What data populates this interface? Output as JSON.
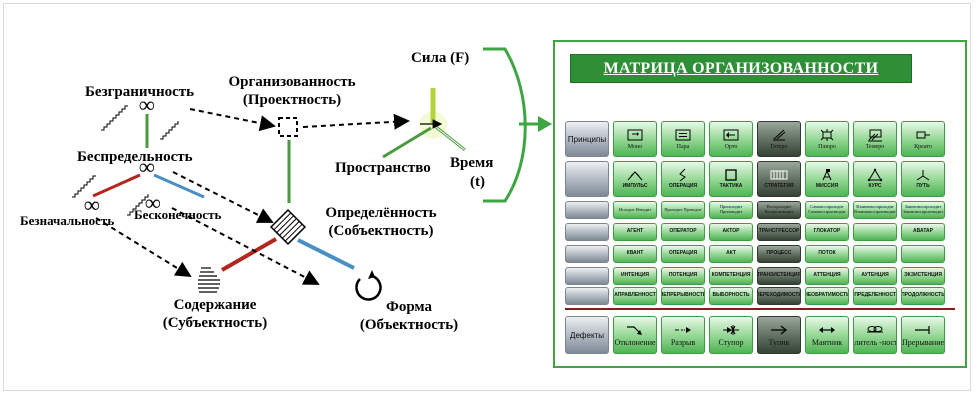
{
  "diagram": {
    "infinity_symbol": "∞",
    "labels": {
      "bezgranichnost": "Безграничность",
      "bespredelnost": "Беспредельность",
      "beznachalnost": "Безначальность",
      "beskonechnost": "Бесконечность",
      "organizovannost": "Организованность",
      "proektnost": "(Проектность)",
      "sila": "Сила (F)",
      "prostranstvo": "Пространство",
      "vremya": "Время",
      "vremya_t": "(t)",
      "opredelennost": "Определённость",
      "sobektnost": "(Собъектность)",
      "soderzhanie": "Содержание",
      "subektnost": "(Субъектность)",
      "forma": "Форма",
      "obektnost": "(Объектность)"
    },
    "colors": {
      "green": "#4a9a3f",
      "red": "#b3261e",
      "blue": "#4a8fc4",
      "arrow_green": "#3ea543"
    }
  },
  "matrix": {
    "title": "МАТРИЦА ОРГАНИЗОВАННОСТИ",
    "colors": {
      "title_bg": "#2e8f36",
      "border": "#3ea543",
      "separator": "#8b1a1a"
    },
    "row_labels": [
      "Принципы",
      "",
      "",
      "",
      "",
      "",
      "",
      "Дефекты"
    ],
    "principles": [
      {
        "label": "Моно",
        "icon": "mono-icon"
      },
      {
        "label": "Пара",
        "icon": "para-icon"
      },
      {
        "label": "Орто",
        "icon": "orto-icon"
      },
      {
        "label": "Гетеро",
        "icon": "getero-icon"
      },
      {
        "label": "Плюро",
        "icon": "plyuro-icon"
      },
      {
        "label": "Темеро",
        "icon": "temero-icon"
      },
      {
        "label": "Креато",
        "icon": "kreato-icon"
      }
    ],
    "row2": [
      {
        "label": "ИМПУЛЬС",
        "icon": "impulse-icon"
      },
      {
        "label": "ОПЕРАЦИЯ",
        "icon": "operation-icon"
      },
      {
        "label": "ТАКТИКА",
        "icon": "tactic-icon"
      },
      {
        "label": "СТРАТЕГИЯ",
        "icon": "strategy-icon"
      },
      {
        "label": "МИССИЯ",
        "icon": "mission-icon"
      },
      {
        "label": "КУРС",
        "icon": "course-icon"
      },
      {
        "label": "ПУТЬ",
        "icon": "path-icon"
      }
    ],
    "row3": [
      "Исходит Изводит",
      "Проходит Проводит",
      "Происходит Производит",
      "Воспроходит Воспроизводит",
      "Самовоспроходит Самовоспроизводит",
      "Взаимовоспроходит Взаимовоспроизводит",
      "Законовоспроходит Законовоспроизводит"
    ],
    "row4": [
      "АГЕНТ",
      "ОПЕРАТОР",
      "АКТОР",
      "ТРАНСГРЕССОР",
      "ГЛОКАТОР",
      "",
      "АВАТАР"
    ],
    "row5": [
      "КВАНТ",
      "ОПЕРАЦИЯ",
      "АКТ",
      "ПРОЦЕСС",
      "ПОТОК",
      "",
      ""
    ],
    "row6": [
      "ИНТЕНЦИЯ",
      "ПОТЕНЦИЯ",
      "КОМПЕТЕНЦИЯ",
      "ТРАНЗИСТЕНЦИЯ",
      "АТТЕНЦИЯ",
      "АУТЕНЦИЯ",
      "ЭКЗИСТЕНЦИЯ"
    ],
    "row7": [
      "НАПРАВЛЕННОСТЬ",
      "НЕПРЕРЫВНОСТЬ",
      "ВЫБОРНОСТЬ",
      "ПЕРЕХОДИМОСТЬ",
      "НЕОБРАТИМОСТЬ",
      "ОПРЕДЕЛЕННОСТЬ",
      "ПРОДОЛЖНОСТЬ"
    ],
    "defects": [
      {
        "label": "Отклонение",
        "icon": "deviation-icon"
      },
      {
        "label": "Разрыв",
        "icon": "break-icon"
      },
      {
        "label": "Ступор",
        "icon": "stupor-icon"
      },
      {
        "label": "Тупик",
        "icon": "deadend-icon"
      },
      {
        "label": "Маятник",
        "icon": "pendulum-icon"
      },
      {
        "label": "Длитель -ность",
        "icon": "duration-icon"
      },
      {
        "label": "Прерывание",
        "icon": "interruption-icon"
      }
    ]
  }
}
